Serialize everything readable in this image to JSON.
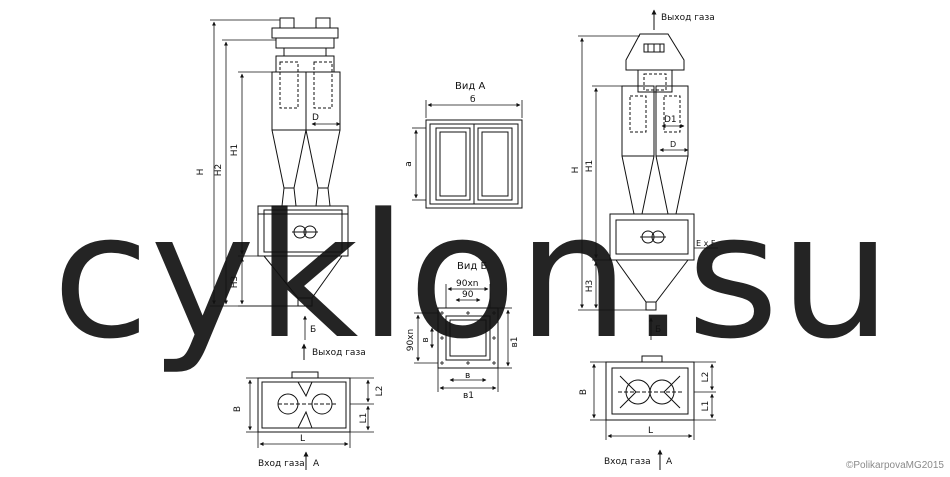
{
  "watermark": {
    "text": "cyklon.su",
    "color": "#9a9a9a"
  },
  "copyright": "©PolikarpovaMG2015",
  "left_view": {
    "dims": {
      "H": "H",
      "H2": "H2",
      "H1": "H1",
      "H3": "H3",
      "D": "D"
    },
    "inlet_mark": "Б",
    "outlet_label": "Выход газа"
  },
  "plan_left": {
    "dims": {
      "B": "B",
      "L": "L",
      "L1": "L1",
      "L2": "L2"
    },
    "inlet_label": "Вход газа",
    "view_mark": "А"
  },
  "view_a": {
    "title": "Вид А",
    "dim_b": "б",
    "dim_a": "а"
  },
  "view_b": {
    "title": "Вид Б",
    "top_dim": "90xn",
    "inner_dim": "90",
    "side_dim": "90xn",
    "dim_v": "в",
    "dim_v1": "в1"
  },
  "right_view": {
    "outlet_label": "Выход газа",
    "dims": {
      "H": "H",
      "H1": "H1",
      "H3": "H3",
      "D": "D",
      "D1": "D1"
    },
    "inlet_size": "E x F",
    "inlet_mark": "Б"
  },
  "plan_right": {
    "dims": {
      "B": "B",
      "L": "L",
      "L1": "L1",
      "L2": "L2"
    },
    "inlet_label": "Вход газа",
    "view_mark": "А"
  },
  "colors": {
    "line": "#111111",
    "background": "#ffffff"
  }
}
